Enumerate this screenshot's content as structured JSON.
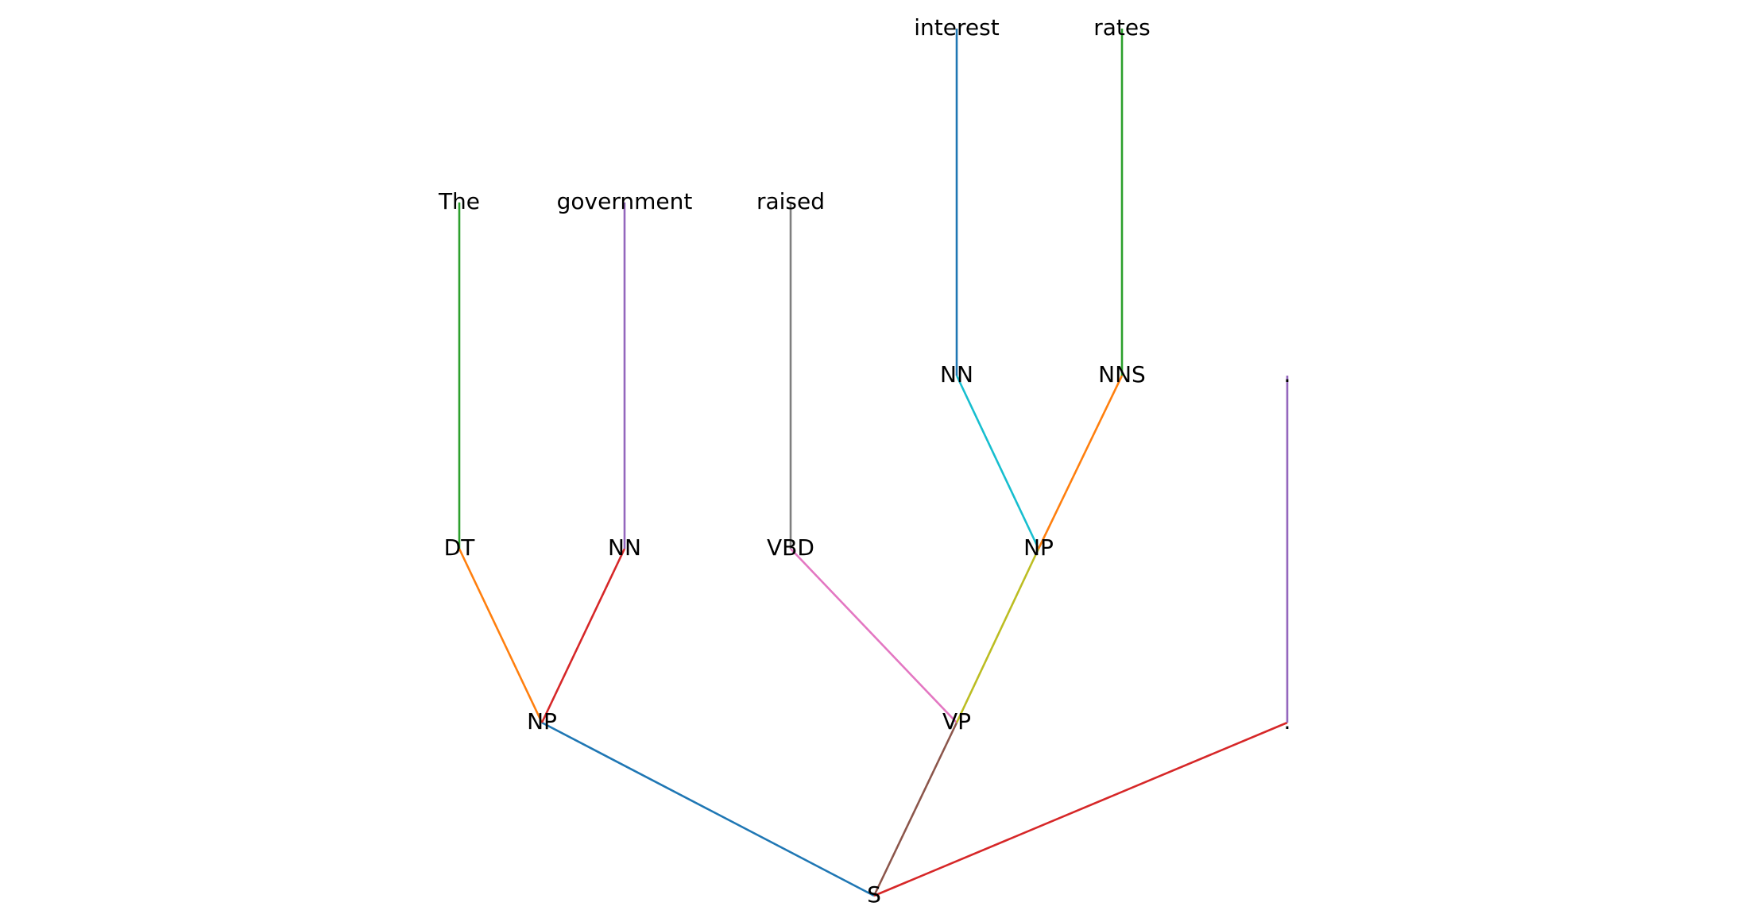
{
  "tree": {
    "nodes": [
      {
        "id": "s",
        "label": "S"
      },
      {
        "id": "np1",
        "label": "NP"
      },
      {
        "id": "vp",
        "label": "VP"
      },
      {
        "id": "punct",
        "label": "."
      },
      {
        "id": "dt",
        "label": "DT"
      },
      {
        "id": "nn1",
        "label": "NN"
      },
      {
        "id": "vbd",
        "label": "VBD"
      },
      {
        "id": "np2",
        "label": "NP"
      },
      {
        "id": "nn2",
        "label": "NN"
      },
      {
        "id": "nns",
        "label": "NNS"
      },
      {
        "id": "w-the",
        "label": "The"
      },
      {
        "id": "w-gov",
        "label": "government"
      },
      {
        "id": "w-raised",
        "label": "raised"
      },
      {
        "id": "w-int",
        "label": "interest"
      },
      {
        "id": "w-rates",
        "label": "rates"
      },
      {
        "id": "w-dot",
        "label": "."
      }
    ],
    "edges": [
      {
        "from": "s",
        "to": "np1",
        "color": "#1f77b4"
      },
      {
        "from": "s",
        "to": "vp",
        "color": "#8c564b"
      },
      {
        "from": "s",
        "to": "punct",
        "color": "#d62728"
      },
      {
        "from": "np1",
        "to": "dt",
        "color": "#ff7f0e"
      },
      {
        "from": "np1",
        "to": "nn1",
        "color": "#d62728"
      },
      {
        "from": "vp",
        "to": "vbd",
        "color": "#e377c2"
      },
      {
        "from": "vp",
        "to": "np2",
        "color": "#bcbd22"
      },
      {
        "from": "np2",
        "to": "nn2",
        "color": "#17becf"
      },
      {
        "from": "np2",
        "to": "nns",
        "color": "#ff7f0e"
      },
      {
        "from": "dt",
        "to": "w-the",
        "color": "#2ca02c"
      },
      {
        "from": "nn1",
        "to": "w-gov",
        "color": "#9467bd"
      },
      {
        "from": "vbd",
        "to": "w-raised",
        "color": "#7f7f7f"
      },
      {
        "from": "nn2",
        "to": "w-int",
        "color": "#1f77b4"
      },
      {
        "from": "nns",
        "to": "w-rates",
        "color": "#2ca02c"
      },
      {
        "from": "punct",
        "to": "w-dot",
        "color": "#9467bd"
      }
    ]
  }
}
